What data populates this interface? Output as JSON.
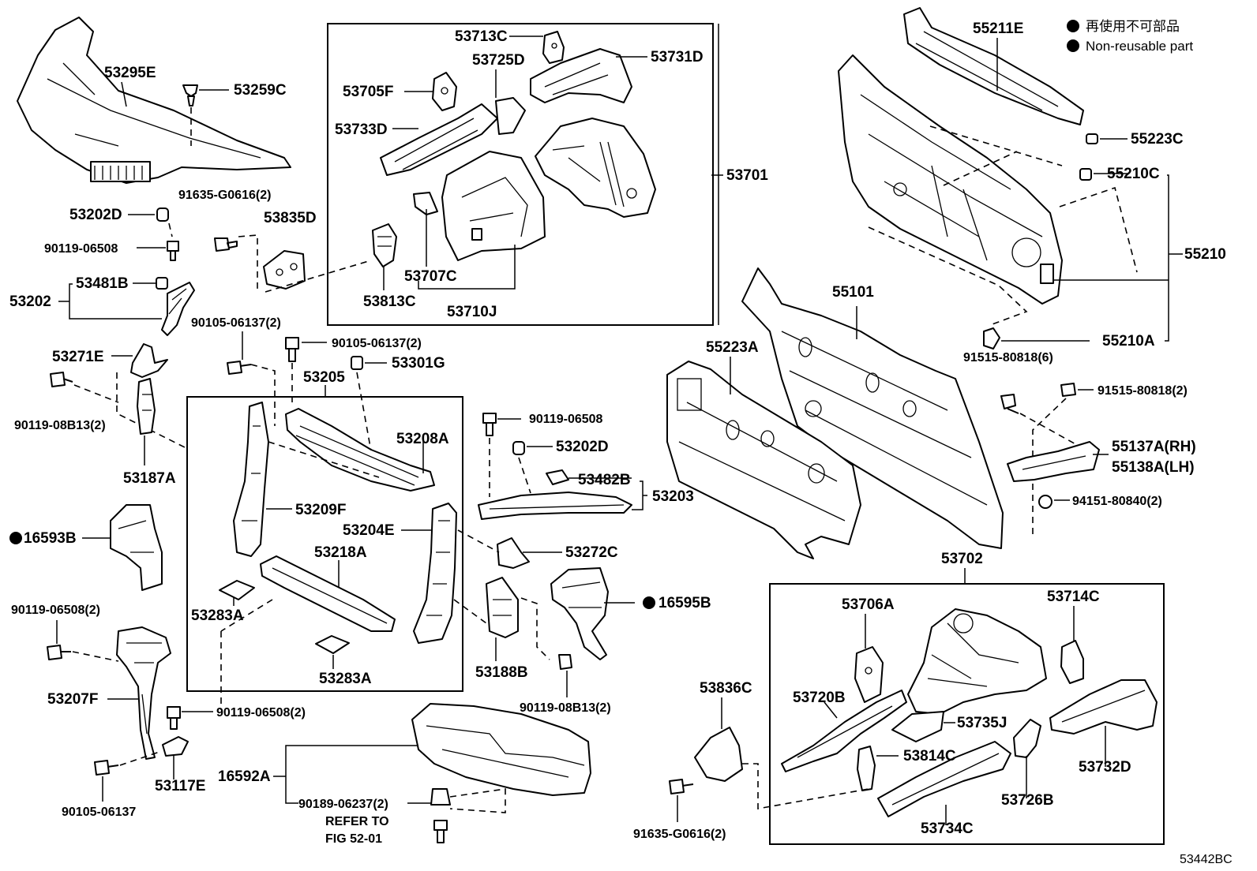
{
  "legend": {
    "ja": "再使用不可部品",
    "en": "Non-reusable part"
  },
  "figure_code": "53442BC",
  "labels": {
    "l53295E": "53295E",
    "l53259C": "53259C",
    "l53202D_a": "53202D",
    "l90119_06508_a": "90119-06508",
    "l53481B": "53481B",
    "l53202": "53202",
    "l91635_G0616_a": "91635-G0616(2)",
    "l53835D": "53835D",
    "l53713C": "53713C",
    "l53725D": "53725D",
    "l53731D": "53731D",
    "l53705F": "53705F",
    "l53733D": "53733D",
    "l53701": "53701",
    "l53707C": "53707C",
    "l53813C": "53813C",
    "l53710J": "53710J",
    "l55211E": "55211E",
    "l55223C": "55223C",
    "l55210C": "55210C",
    "l55210": "55210",
    "l55210A": "55210A",
    "l55101": "55101",
    "l55223A": "55223A",
    "l91515_80818_6": "91515-80818(6)",
    "l91515_80818_2": "91515-80818(2)",
    "l55137A": "55137A(RH)",
    "l55138A": "55138A(LH)",
    "l94151_80840": "94151-80840(2)",
    "l53271E": "53271E",
    "l90105_06137_a": "90105-06137(2)",
    "l90105_06137_b": "90105-06137(2)",
    "l53301G": "53301G",
    "l53205": "53205",
    "l90119_08B13_a": "90119-08B13(2)",
    "l53187A": "53187A",
    "l53208A": "53208A",
    "l90119_06508_b": "90119-06508",
    "l53202D_b": "53202D",
    "l53482B": "53482B",
    "l53203": "53203",
    "l53209F": "53209F",
    "l53204E": "53204E",
    "l16593B": "16593B",
    "l53218A": "53218A",
    "l53272C": "53272C",
    "l16595B": "16595B",
    "l53283A_a": "53283A",
    "l53283A_b": "53283A",
    "l53188B": "53188B",
    "l90119_08B13_b": "90119-08B13(2)",
    "l90119_06508_c": "90119-06508(2)",
    "l90119_06508_d": "90119-06508(2)",
    "l53207F": "53207F",
    "l53117E": "53117E",
    "l90105_06137_c": "90105-06137",
    "l16592A": "16592A",
    "l90189_06237": "90189-06237(2)",
    "l_refer1": "REFER TO",
    "l_refer2": "FIG 52-01",
    "l53702": "53702",
    "l53706A": "53706A",
    "l53714C": "53714C",
    "l53836C": "53836C",
    "l53720B": "53720B",
    "l53735J": "53735J",
    "l53814C": "53814C",
    "l53732D": "53732D",
    "l53726B": "53726B",
    "l53734C": "53734C",
    "l91635_G0616_b": "91635-G0616(2)"
  }
}
